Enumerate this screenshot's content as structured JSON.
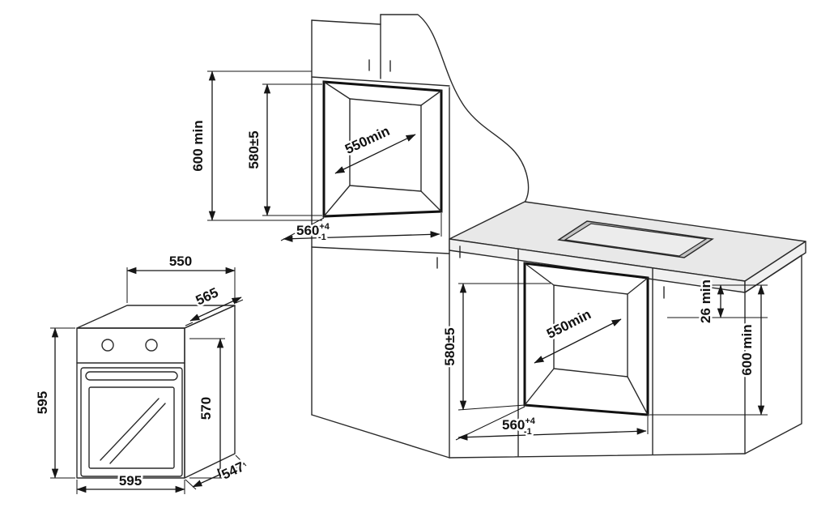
{
  "diagram": {
    "oven_front": {
      "width_top": "550",
      "depth_overall": "565",
      "height_overall": "595",
      "height_front": "570",
      "width_overall": "595",
      "depth_body": "547"
    },
    "column": {
      "clearance_height": "600 min",
      "niche_height": "580±5",
      "niche_depth": "550min",
      "niche_width": "560",
      "niche_width_tol_upper": "+4",
      "niche_width_tol_lower": "-1"
    },
    "worktop": {
      "niche_depth": "550min",
      "niche_height": "580±5",
      "niche_width": "560",
      "niche_width_tol_upper": "+4",
      "niche_width_tol_lower": "-1",
      "hob_clearance": "26 min",
      "clearance_height": "600 min"
    },
    "colors": {
      "ink": "#161616",
      "worktop_fill": "#e8e8e8",
      "hob_rim_fill": "#c4c4c4"
    }
  }
}
